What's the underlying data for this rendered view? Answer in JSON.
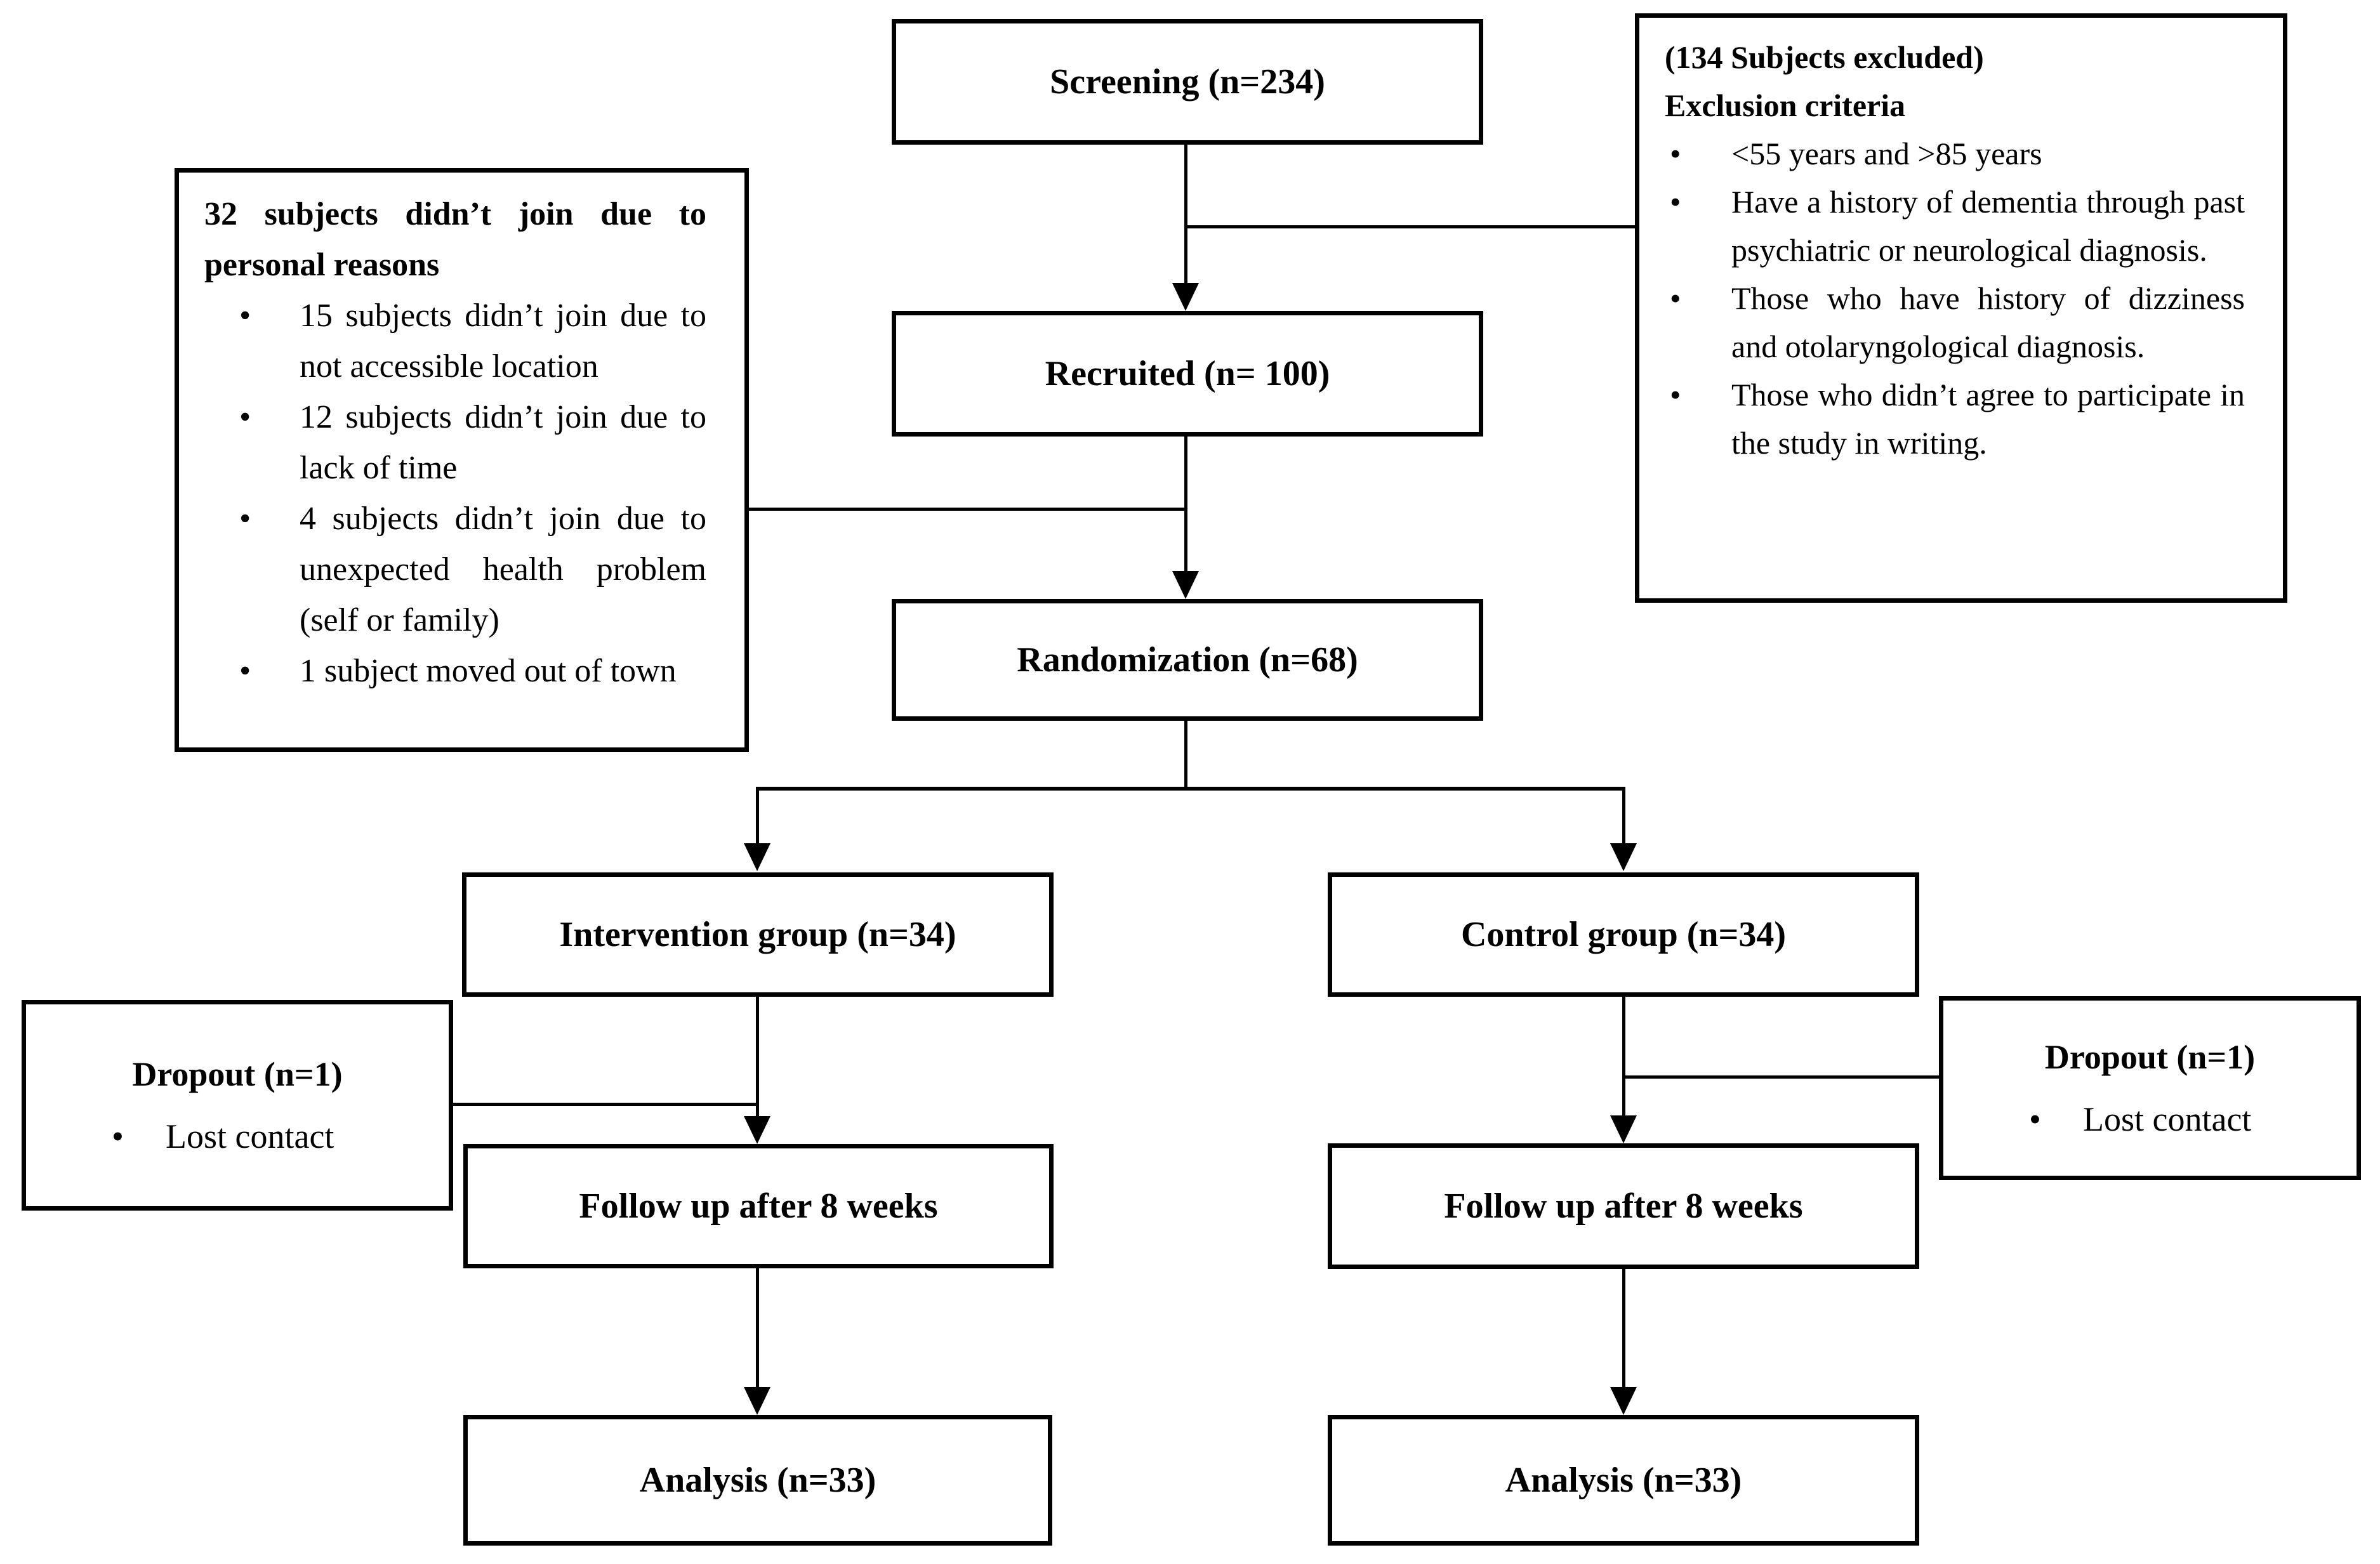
{
  "diagram": {
    "screening": {
      "label": "Screening (n=234)"
    },
    "excluded": {
      "title": "(134 Subjects excluded)",
      "subtitle": "Exclusion criteria",
      "items": [
        "<55 years and >85 years",
        "Have a history of dementia through past psychiatric or neurological diagnosis.",
        "Those who have history of dizziness and otolaryngological diagnosis.",
        "Those who didn’t agree to participate in the study in writing."
      ]
    },
    "reasons": {
      "title": "32 subjects didn’t join due to personal reasons",
      "items": [
        "15 subjects didn’t join due to not accessible location",
        "12 subjects didn’t join due to lack of time",
        "4 subjects didn’t join due to unexpected health problem (self or family)",
        "1 subject moved out of town"
      ]
    },
    "recruited": {
      "label": "Recruited (n= 100)"
    },
    "randomization": {
      "label": "Randomization (n=68)"
    },
    "intervention": {
      "label": "Intervention group (n=34)"
    },
    "control": {
      "label": "Control group (n=34)"
    },
    "dropout_left": {
      "title": "Dropout (n=1)",
      "items": [
        "Lost contact"
      ]
    },
    "dropout_right": {
      "title": "Dropout (n=1)",
      "items": [
        "Lost contact"
      ]
    },
    "followup_left": {
      "label": "Follow up after 8 weeks"
    },
    "followup_right": {
      "label": "Follow up after 8 weeks"
    },
    "analysis_left": {
      "label": "Analysis (n=33)"
    },
    "analysis_right": {
      "label": "Analysis (n=33)"
    }
  },
  "glyphs": {
    "bullet": "•"
  },
  "colors": {
    "line": "#000000",
    "background": "#ffffff",
    "text": "#000000"
  }
}
